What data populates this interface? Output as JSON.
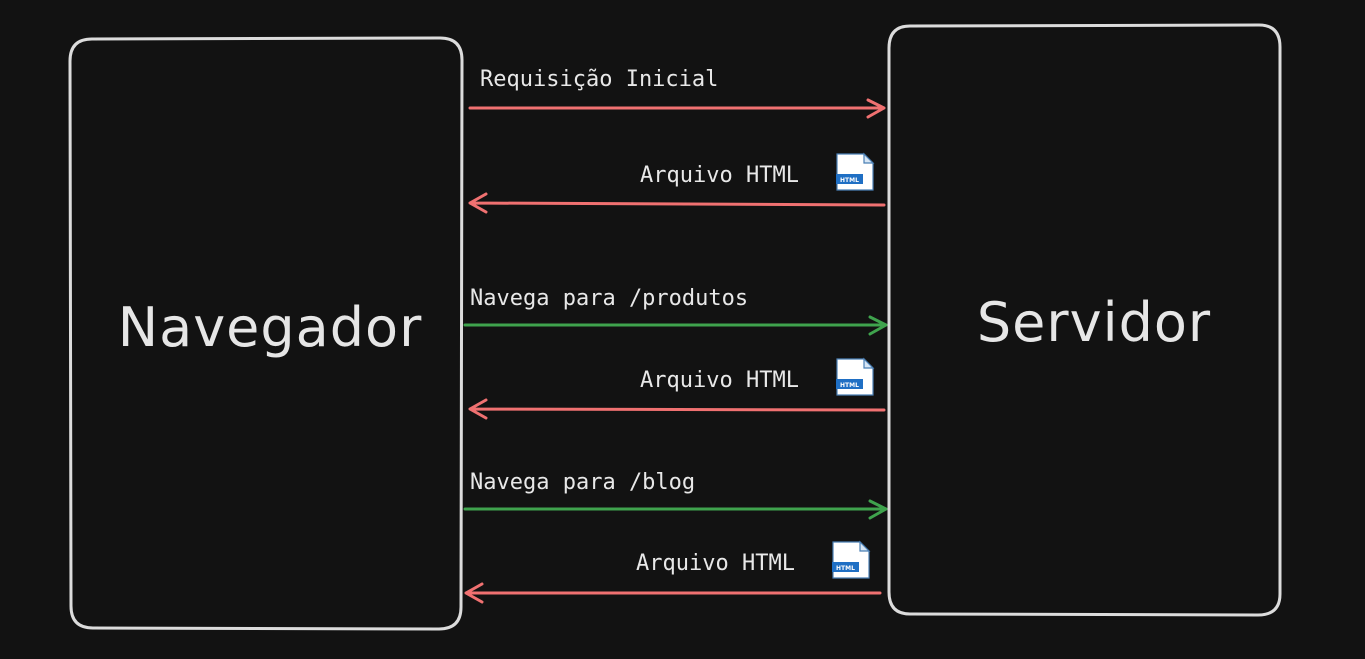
{
  "colors": {
    "background": "#121212",
    "box_stroke": "#dcdcdc",
    "request_arrow": "#3fa34d",
    "response_arrow": "#f07171",
    "initial_request_arrow": "#f07171"
  },
  "nodes": {
    "browser": {
      "label": "Navegador"
    },
    "server": {
      "label": "Servidor"
    }
  },
  "messages": [
    {
      "label": "Requisição Inicial",
      "direction": "to-server",
      "kind": "initial-request",
      "icon": ""
    },
    {
      "label": "Arquivo HTML",
      "direction": "to-browser",
      "kind": "response",
      "icon": "html-file-icon",
      "icon_text": "HTML"
    },
    {
      "label": "Navega para /produtos",
      "direction": "to-server",
      "kind": "request",
      "icon": ""
    },
    {
      "label": "Arquivo HTML",
      "direction": "to-browser",
      "kind": "response",
      "icon": "html-file-icon",
      "icon_text": "HTML"
    },
    {
      "label": "Navega para /blog",
      "direction": "to-server",
      "kind": "request",
      "icon": ""
    },
    {
      "label": "Arquivo HTML",
      "direction": "to-browser",
      "kind": "response",
      "icon": "html-file-icon",
      "icon_text": "HTML"
    }
  ]
}
